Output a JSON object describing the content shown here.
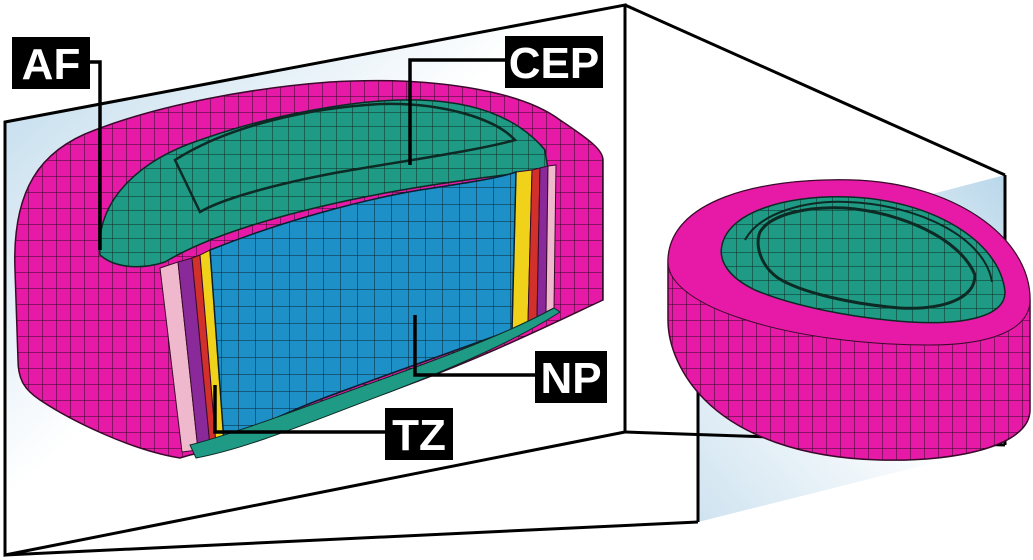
{
  "labels": {
    "af": "AF",
    "cep": "CEP",
    "np": "NP",
    "tz": "TZ"
  },
  "colors": {
    "annulus": "#e61aa6",
    "endplate": "#1f9a84",
    "nucleus": "#1e90c8",
    "transition_pink": "#f0b8cc",
    "transition_purple": "#8a2a9a",
    "transition_red": "#d2302a",
    "transition_yellow": "#f0d21a",
    "mesh_line": "#1a1a1a",
    "label_bg": "#000000",
    "label_fg": "#ffffff"
  }
}
